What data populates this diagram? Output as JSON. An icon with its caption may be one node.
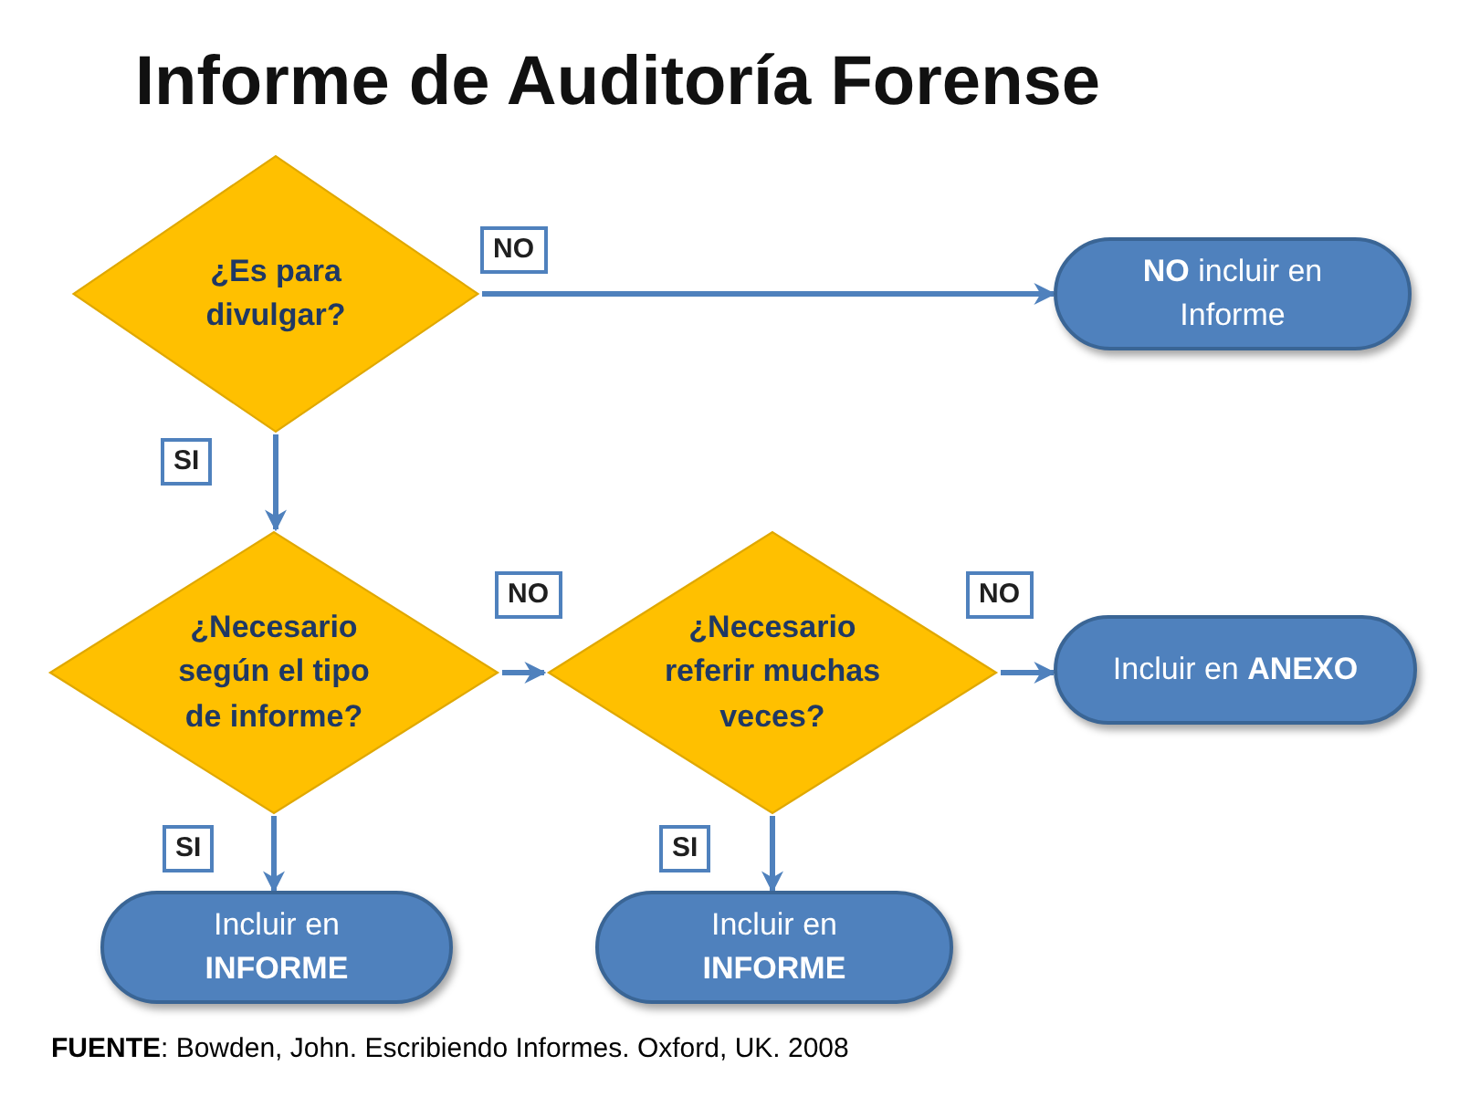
{
  "diagram": {
    "title": "Informe de Auditoría Forense",
    "nodes": [
      {
        "text": [
          "¿Es para divulgar?"
        ]
      },
      {
        "text": [
          "**NO** incluir en Informe"
        ]
      },
      {
        "text": [
          "¿Necesario según el tipo de informe?"
        ]
      },
      {
        "text": [
          "¿Necesario referir muchas veces?"
        ]
      },
      {
        "text": [
          "Incluir en **ANEXO**"
        ]
      },
      {
        "text": [
          "Incluir en **INFORME**"
        ]
      },
      {
        "text": [
          "Incluir en **INFORME**"
        ]
      }
    ],
    "edges": [
      {
        "from": 0,
        "to": 1,
        "arrow": "to",
        "label": "NO"
      },
      {
        "from": 0,
        "to": 2,
        "arrow": "to",
        "label": "SI"
      },
      {
        "from": 2,
        "to": 3,
        "arrow": "to",
        "label": "NO"
      },
      {
        "from": 3,
        "to": 4,
        "arrow": "to",
        "label": "NO"
      },
      {
        "from": 2,
        "to": 5,
        "arrow": "to",
        "label": "SI"
      },
      {
        "from": 3,
        "to": 6,
        "arrow": "to",
        "label": "SI"
      }
    ],
    "labels": [
      "**FUENTE**:  Bowden, John. Escribiendo Informes. Oxford, UK. 2008"
    ]
  }
}
